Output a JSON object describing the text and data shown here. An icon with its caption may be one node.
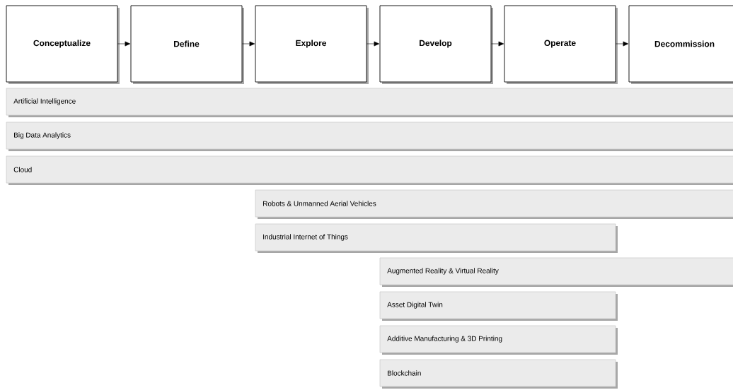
{
  "diagram": {
    "nodes": [
      {
        "text": [
          "Conceptualize"
        ]
      },
      {
        "text": [
          "Define"
        ]
      },
      {
        "text": [
          "Explore"
        ]
      },
      {
        "text": [
          "Develop"
        ]
      },
      {
        "text": [
          "Operate"
        ]
      },
      {
        "text": [
          "Decommission"
        ]
      },
      {
        "text": [
          "Artificial Intelligence"
        ]
      },
      {
        "text": [
          "Big Data Analytics"
        ]
      },
      {
        "text": [
          "Cloud"
        ]
      },
      {
        "text": [
          "Robots & Unmanned Aerial Vehicles"
        ]
      },
      {
        "text": [
          "Industrial Internet of Things"
        ]
      },
      {
        "text": [
          "Augmented Reality & Virtual Reality"
        ]
      },
      {
        "text": [
          "Asset Digital Twin"
        ]
      },
      {
        "text": [
          "Additive Manufacturing & 3D Printing"
        ]
      },
      {
        "text": [
          "Blockchain"
        ]
      }
    ],
    "edges": [
      {
        "from": 0,
        "to": 1,
        "arrow": "to"
      },
      {
        "from": 1,
        "to": 2,
        "arrow": "to"
      },
      {
        "from": 2,
        "to": 3,
        "arrow": "to"
      },
      {
        "from": 3,
        "to": 4,
        "arrow": "to"
      },
      {
        "from": 4,
        "to": 5,
        "arrow": "to"
      }
    ]
  }
}
